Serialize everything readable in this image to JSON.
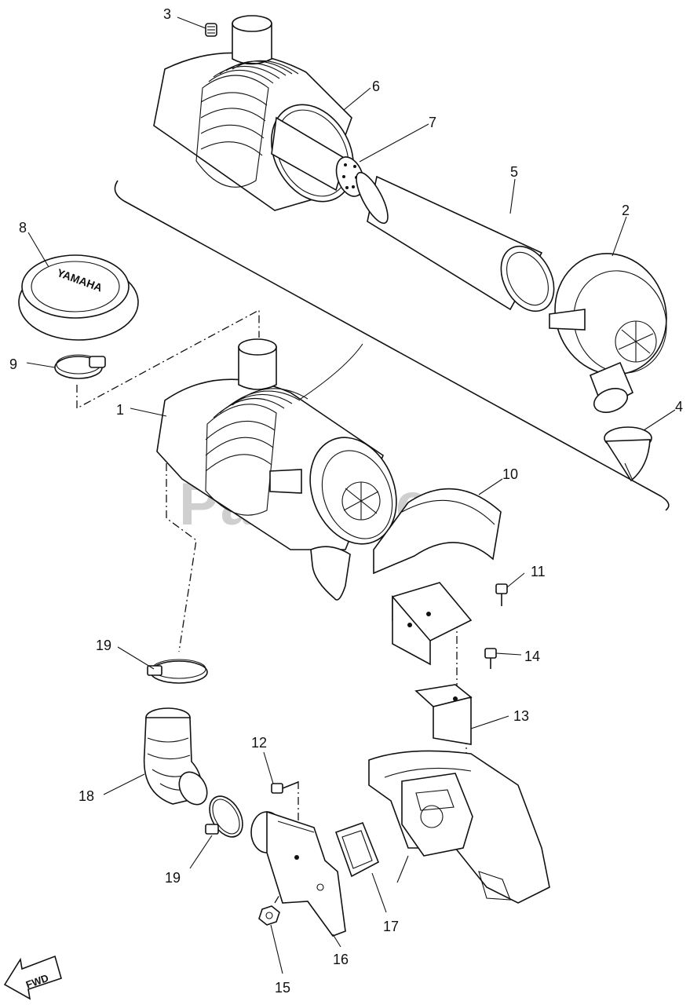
{
  "diagram": {
    "watermark": "PartsTree",
    "direction_arrow": "FWD",
    "cover_logo": "YAMAHA",
    "callouts": [
      {
        "id": "c1",
        "label": "1"
      },
      {
        "id": "c2",
        "label": "2"
      },
      {
        "id": "c3",
        "label": "3"
      },
      {
        "id": "c4",
        "label": "4"
      },
      {
        "id": "c5",
        "label": "5"
      },
      {
        "id": "c6",
        "label": "6"
      },
      {
        "id": "c7",
        "label": "7"
      },
      {
        "id": "c8",
        "label": "8"
      },
      {
        "id": "c9",
        "label": "9"
      },
      {
        "id": "c10",
        "label": "10"
      },
      {
        "id": "c11",
        "label": "11"
      },
      {
        "id": "c12",
        "label": "12"
      },
      {
        "id": "c13",
        "label": "13"
      },
      {
        "id": "c14",
        "label": "14"
      },
      {
        "id": "c15",
        "label": "15"
      },
      {
        "id": "c16",
        "label": "16"
      },
      {
        "id": "c17",
        "label": "17"
      },
      {
        "id": "c18",
        "label": "18"
      },
      {
        "id": "c19a",
        "label": "19"
      },
      {
        "id": "c19b",
        "label": "19"
      }
    ]
  }
}
